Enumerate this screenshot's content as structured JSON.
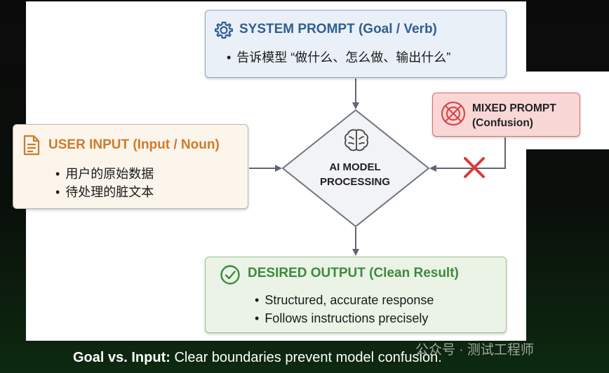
{
  "system_prompt": {
    "title": "SYSTEM PROMPT (Goal / Verb)",
    "bullets": [
      "告诉模型 “做什么、怎么做、输出什么”"
    ],
    "icon": "gear-icon",
    "color": "#2f5f92"
  },
  "user_input": {
    "title": "USER INPUT (Input / Noun)",
    "bullets": [
      "用户的原始数据",
      "待处理的脏文本"
    ],
    "icon": "document-icon",
    "color": "#d07a2a"
  },
  "mixed_prompt": {
    "title_line1": "MIXED PROMPT",
    "title_line2": "(Confusion)",
    "icon": "blocked-icon",
    "color": "#d94a4a"
  },
  "processor": {
    "line1": "AI MODEL",
    "line2": "PROCESSING",
    "icon": "brain-icon"
  },
  "desired_output": {
    "title": "DESIRED OUTPUT (Clean Result)",
    "bullets": [
      "Structured, accurate response",
      "Follows instructions precisely"
    ],
    "icon": "check-circle-icon",
    "color": "#3d8a3d"
  },
  "caption": {
    "bold": "Goal vs. Input:",
    "text": " Clear boundaries prevent model confusion."
  },
  "watermark": "公众号 · 测试工程师"
}
